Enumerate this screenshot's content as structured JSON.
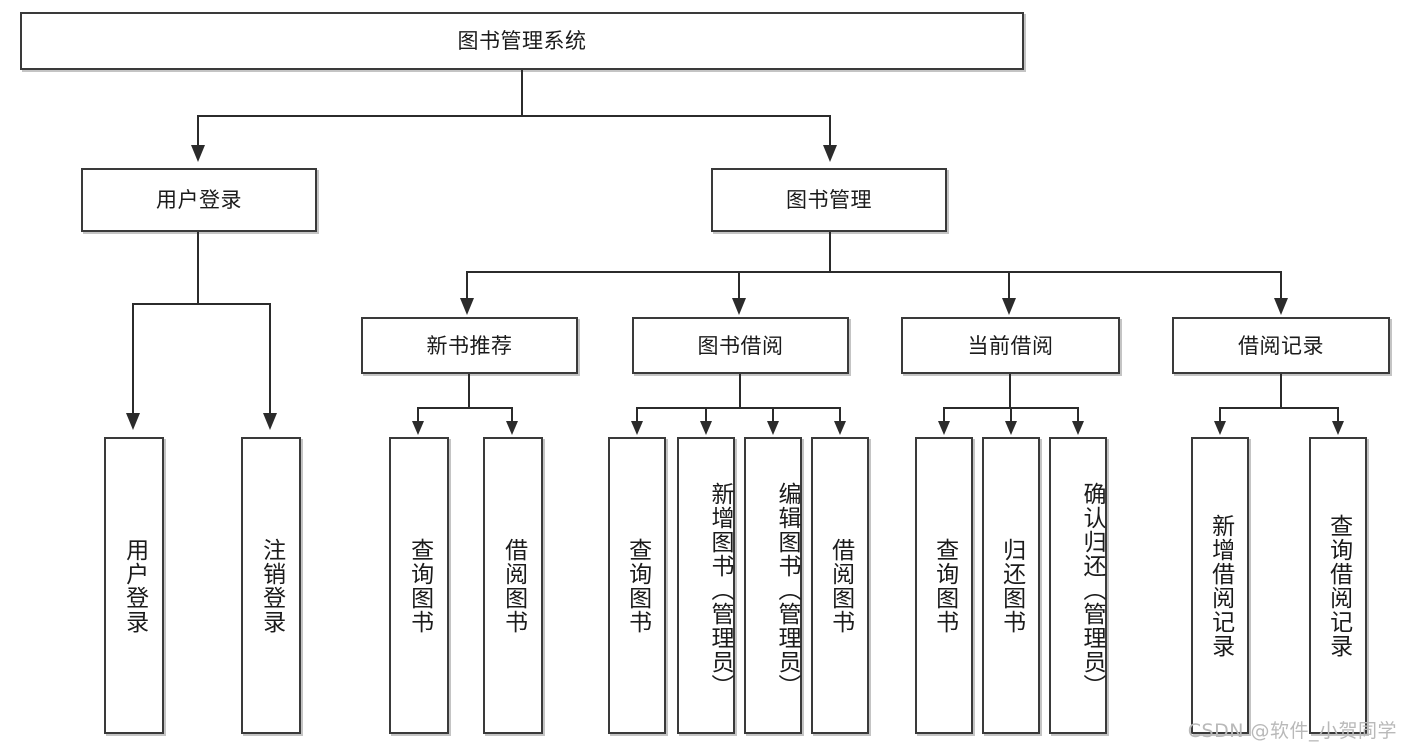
{
  "diagram": {
    "type": "tree-hierarchy",
    "title": "图书管理系统",
    "root": {
      "label": "图书管理系统"
    },
    "level2": [
      {
        "label": "用户登录"
      },
      {
        "label": "图书管理"
      }
    ],
    "level3": [
      {
        "label": "新书推荐"
      },
      {
        "label": "图书借阅"
      },
      {
        "label": "当前借阅"
      },
      {
        "label": "借阅记录"
      }
    ],
    "leaves": {
      "user_login": [
        {
          "label": "用户登录"
        },
        {
          "label": "注销登录"
        }
      ],
      "new_book_recommend": [
        {
          "label": "查询图书"
        },
        {
          "label": "借阅图书"
        }
      ],
      "book_borrow": [
        {
          "label": "查询图书"
        },
        {
          "label": "新增图书（管理员）"
        },
        {
          "label": "编辑图书（管理员）"
        },
        {
          "label": "借阅图书"
        }
      ],
      "current_borrow": [
        {
          "label": "查询图书"
        },
        {
          "label": "归还图书"
        },
        {
          "label": "确认归还（管理员）"
        }
      ],
      "borrow_record": [
        {
          "label": "新增借阅记录"
        },
        {
          "label": "查询借阅记录"
        }
      ]
    }
  },
  "watermark": {
    "text": "CSDN @软件_小贺同学"
  },
  "colors": {
    "box_border": "#3a3a3a",
    "line": "#2b2b2b",
    "text": "#1b1b1b",
    "background": "#ffffff",
    "watermark": "#b9b9b9"
  }
}
